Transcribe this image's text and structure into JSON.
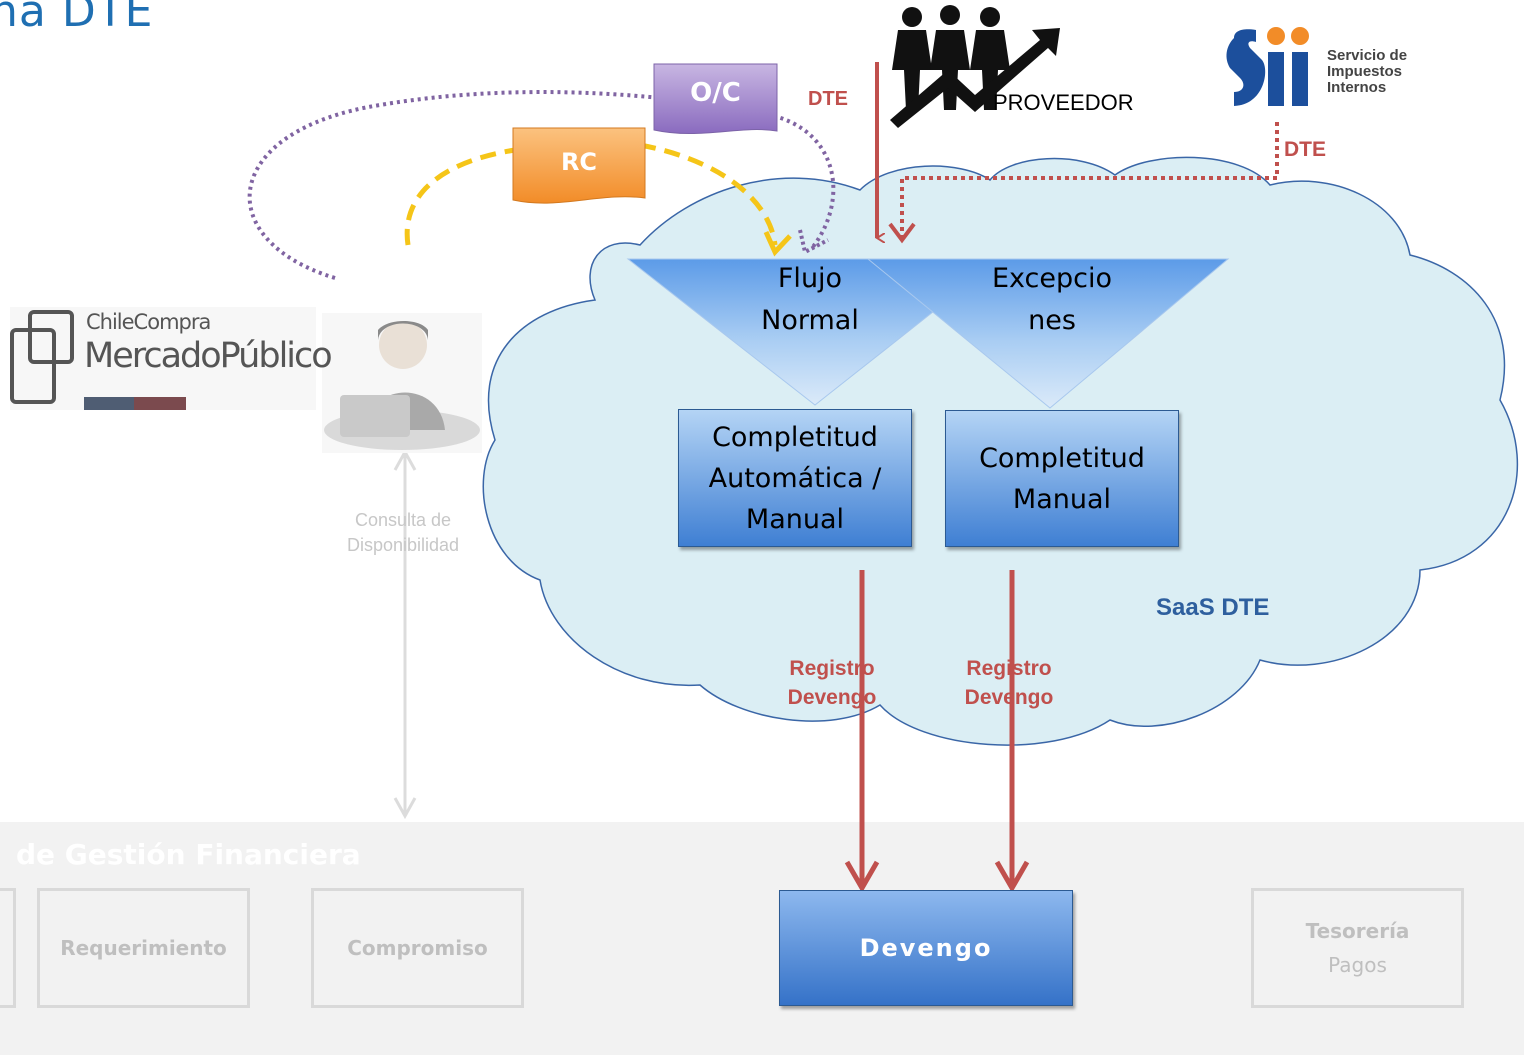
{
  "title": "na DTE",
  "tags": {
    "oc": "O/C",
    "rc": "RC"
  },
  "dte_labels": {
    "provider": "DTE",
    "sii": "DTE"
  },
  "proveedor": "PROVEEDOR",
  "sii_logo": {
    "line1": "Servicio de",
    "line2": "Impuestos",
    "line3": "Internos"
  },
  "mercado_logo": {
    "line1": "ChileCompra",
    "line2": "MercadoPúblico"
  },
  "triangles": {
    "left": [
      "Flujo",
      "Normal"
    ],
    "right": [
      "Excepcio",
      "nes"
    ]
  },
  "boxes": {
    "left": [
      "Completitud",
      "Automática /",
      "Manual"
    ],
    "right": [
      "Completitud",
      "Manual"
    ]
  },
  "cloud_label": "SaaS DTE",
  "registro": {
    "left": [
      "Registro",
      "Devengo"
    ],
    "right": [
      "Registro",
      "Devengo"
    ]
  },
  "consulta": [
    "Consulta de",
    "Disponibilidad"
  ],
  "financial_bar": {
    "title": "de Gestión Financiera",
    "requerimiento": "Requerimiento",
    "compromiso": "Compromiso",
    "devengo": "Devengo",
    "tesoreria_title": "Tesorería",
    "tesoreria_sub": "Pagos"
  },
  "colors": {
    "title": "#1f6fb2",
    "red": "#c0504d",
    "purple": "#8064a2",
    "yellow": "#f5c518",
    "cloud": "#dbeef4",
    "box_blue": "#4a86d6"
  }
}
